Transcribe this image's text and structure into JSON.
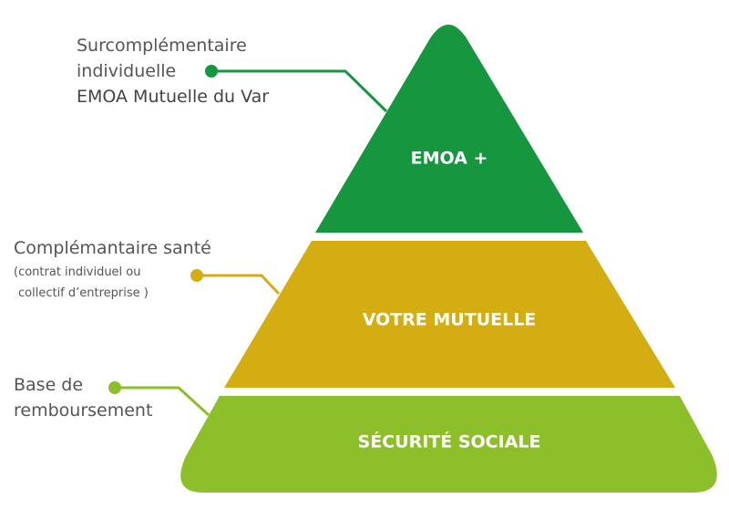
{
  "tiers": [
    {
      "label": "EMOA +",
      "color": "#16963f"
    },
    {
      "label": "VOTRE MUTUELLE",
      "color": "#d4ad13"
    },
    {
      "label": "SÉCURITÉ SOCIALE",
      "color": "#8dbf2a"
    }
  ],
  "annotations": {
    "top": {
      "line1": "Surcomplémentaire",
      "line2": "individuelle",
      "line3": "EMOA Mutuelle du Var",
      "color": "#16963f"
    },
    "middle": {
      "title": "Complémantaire santé",
      "sub1": "(contrat individuel ou",
      "sub2": "collectif d’entreprise )",
      "color": "#d4ad13"
    },
    "bottom": {
      "line1": "Base de",
      "line2": "remboursement",
      "color": "#8dbf2a"
    }
  }
}
